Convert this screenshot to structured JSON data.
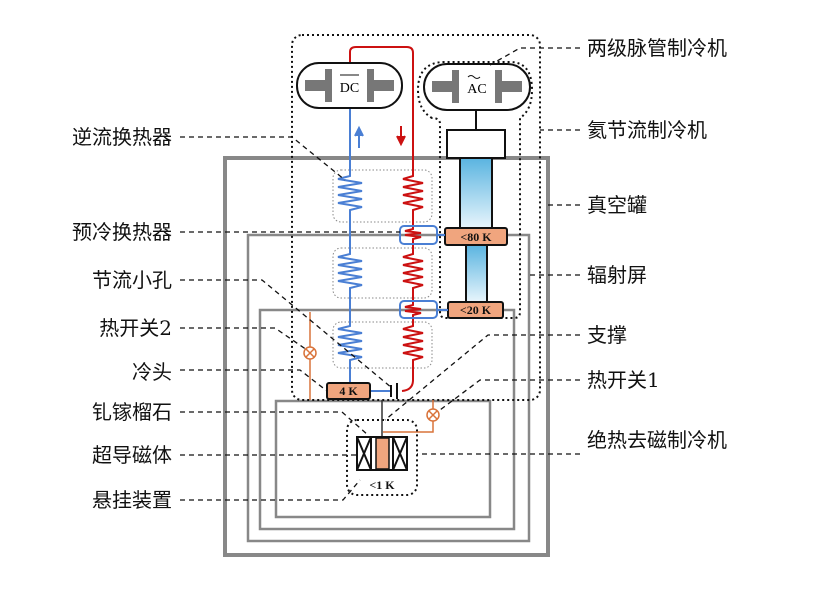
{
  "labels_left": [
    "逆流换热器",
    "预冷换热器",
    "节流小孔",
    "热开关2",
    "冷头",
    "钆镓榴石",
    "超导磁体",
    "悬挂装置"
  ],
  "labels_right": [
    "两级脉管制冷机",
    "氦节流制冷机",
    "真空罐",
    "辐射屏",
    "支撑",
    "热开关1",
    "绝热去磁制冷机"
  ],
  "stage_tags": {
    "t80": "<80 K",
    "t20": "<20 K",
    "t4": "4 K",
    "t1": "<1 K"
  },
  "compressor": {
    "dc": "DC",
    "ac": "AC"
  },
  "colors": {
    "cold_line": "#4a7fd4",
    "warm_line": "#cc1111",
    "stage": "#f0a57e",
    "heat_switch": "#d9733a",
    "shield": "#888888"
  }
}
